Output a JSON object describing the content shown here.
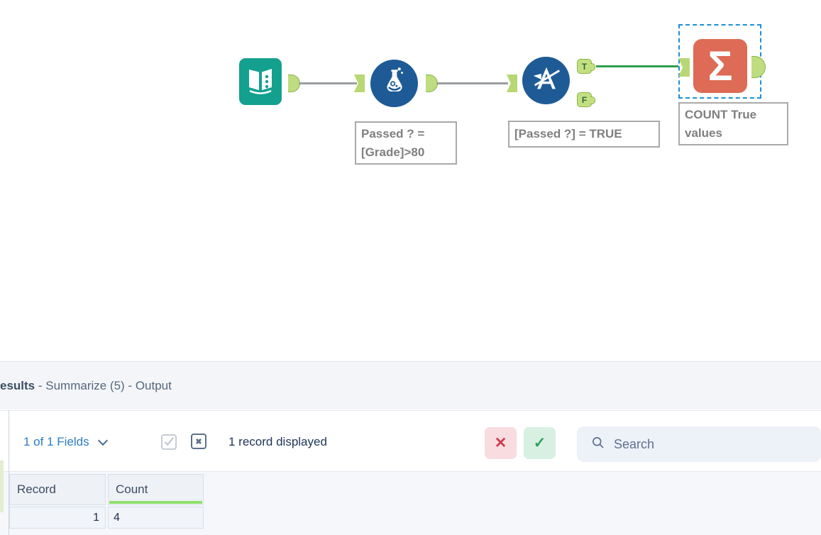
{
  "colors": {
    "tool_blue": "#1e5b96",
    "input_teal": "#14a08e",
    "summarize_orange": "#dd6b55",
    "anchor_green_fill": "#c3e080",
    "anchor_green_border": "#8ab44c",
    "connection_gray": "#9b9ea1",
    "connection_green": "#2f9e4e",
    "selection_blue": "#1e8fd5",
    "fields_link_blue": "#2b7cc0",
    "column_highlight_green": "#8ee06e",
    "clear_red": "#cc3d51",
    "apply_green": "#2f9e5d"
  },
  "canvas": {
    "sigma": "Σ",
    "anchor_labels": {
      "true": "T",
      "false": "F"
    },
    "annotations": {
      "formula": [
        "Passed ? =",
        "[Grade]>80"
      ],
      "filter": "[Passed ?] = TRUE",
      "summarize": [
        "COUNT True",
        "values"
      ]
    }
  },
  "results": {
    "header": {
      "bold": "esults",
      "rest": " - Summarize (5) - Output"
    },
    "toolbar": {
      "fields_label": "1 of 1 Fields",
      "record_count": "1 record displayed",
      "search_placeholder": "Search",
      "clear_icon": "✕",
      "apply_icon": "✓",
      "cell_viewer_icon": "✖"
    },
    "table": {
      "columns": [
        "Record",
        "Count"
      ],
      "rows": [
        [
          "1",
          "4"
        ]
      ]
    }
  }
}
